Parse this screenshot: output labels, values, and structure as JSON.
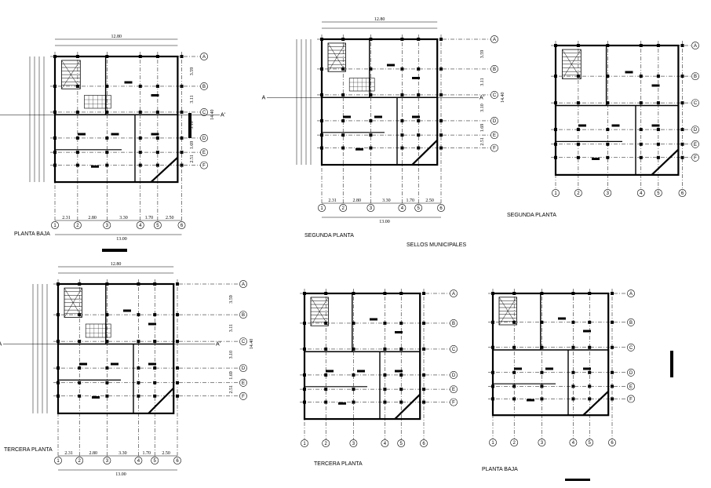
{
  "titles": {
    "p1": "PLANTA BAJA",
    "p2": "SEGUNDA PLANTA",
    "p2_sub": "SELLOS MUNICIPALES",
    "p3": "SEGUNDA PLANTA",
    "p4": "TERCERA PLANTA",
    "p5": "TERCERA PLANTA",
    "p6": "PLANTA BAJA"
  },
  "dims": {
    "top_total": "12.80",
    "bottom_total": "13.00",
    "side_total": "14.40",
    "bottom_spans": [
      "2.31",
      "2.80",
      "3.30",
      "1.70",
      "2.50"
    ],
    "side_spans": [
      "3.59",
      "3.11",
      "3.10",
      "1.69",
      "2.51"
    ]
  },
  "axes": {
    "rows": [
      "A",
      "B",
      "C",
      "D",
      "E",
      "F"
    ],
    "cols": [
      "1",
      "2",
      "3",
      "4",
      "5",
      "6"
    ]
  },
  "section": {
    "left": "A",
    "right": "A'"
  }
}
